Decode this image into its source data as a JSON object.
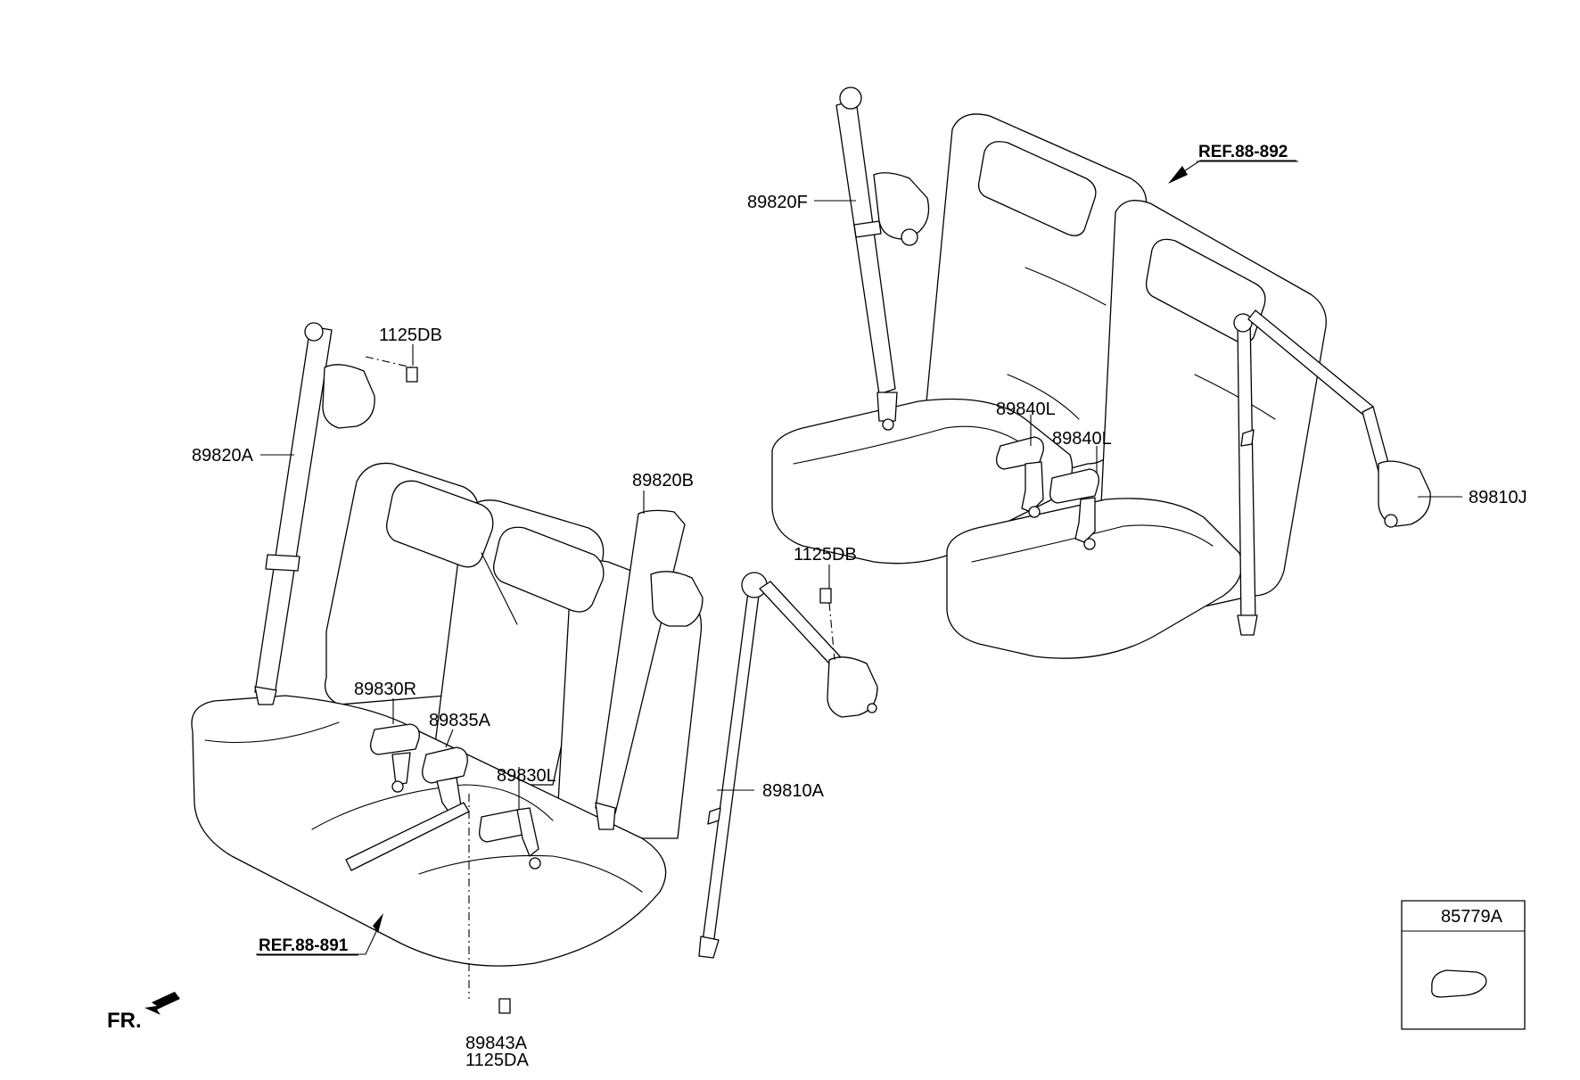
{
  "labels": {
    "p89820F": "89820F",
    "p89840L_upper": "89840L",
    "p89840L_lower": "89840L",
    "p89810J": "89810J",
    "p1125DB_left": "1125DB",
    "p89820A": "89820A",
    "p89820B": "89820B",
    "p1125DB_right": "1125DB",
    "p89830R": "89830R",
    "p89835A": "89835A",
    "p89830L": "89830L",
    "p89810A": "89810A",
    "p89843A": "89843A",
    "p1125DA": "1125DA",
    "p85779A": "85779A"
  },
  "refs": {
    "ref_88_892": "REF.88-892",
    "ref_88_891": "REF.88-891"
  },
  "direction": {
    "fr": "FR."
  }
}
